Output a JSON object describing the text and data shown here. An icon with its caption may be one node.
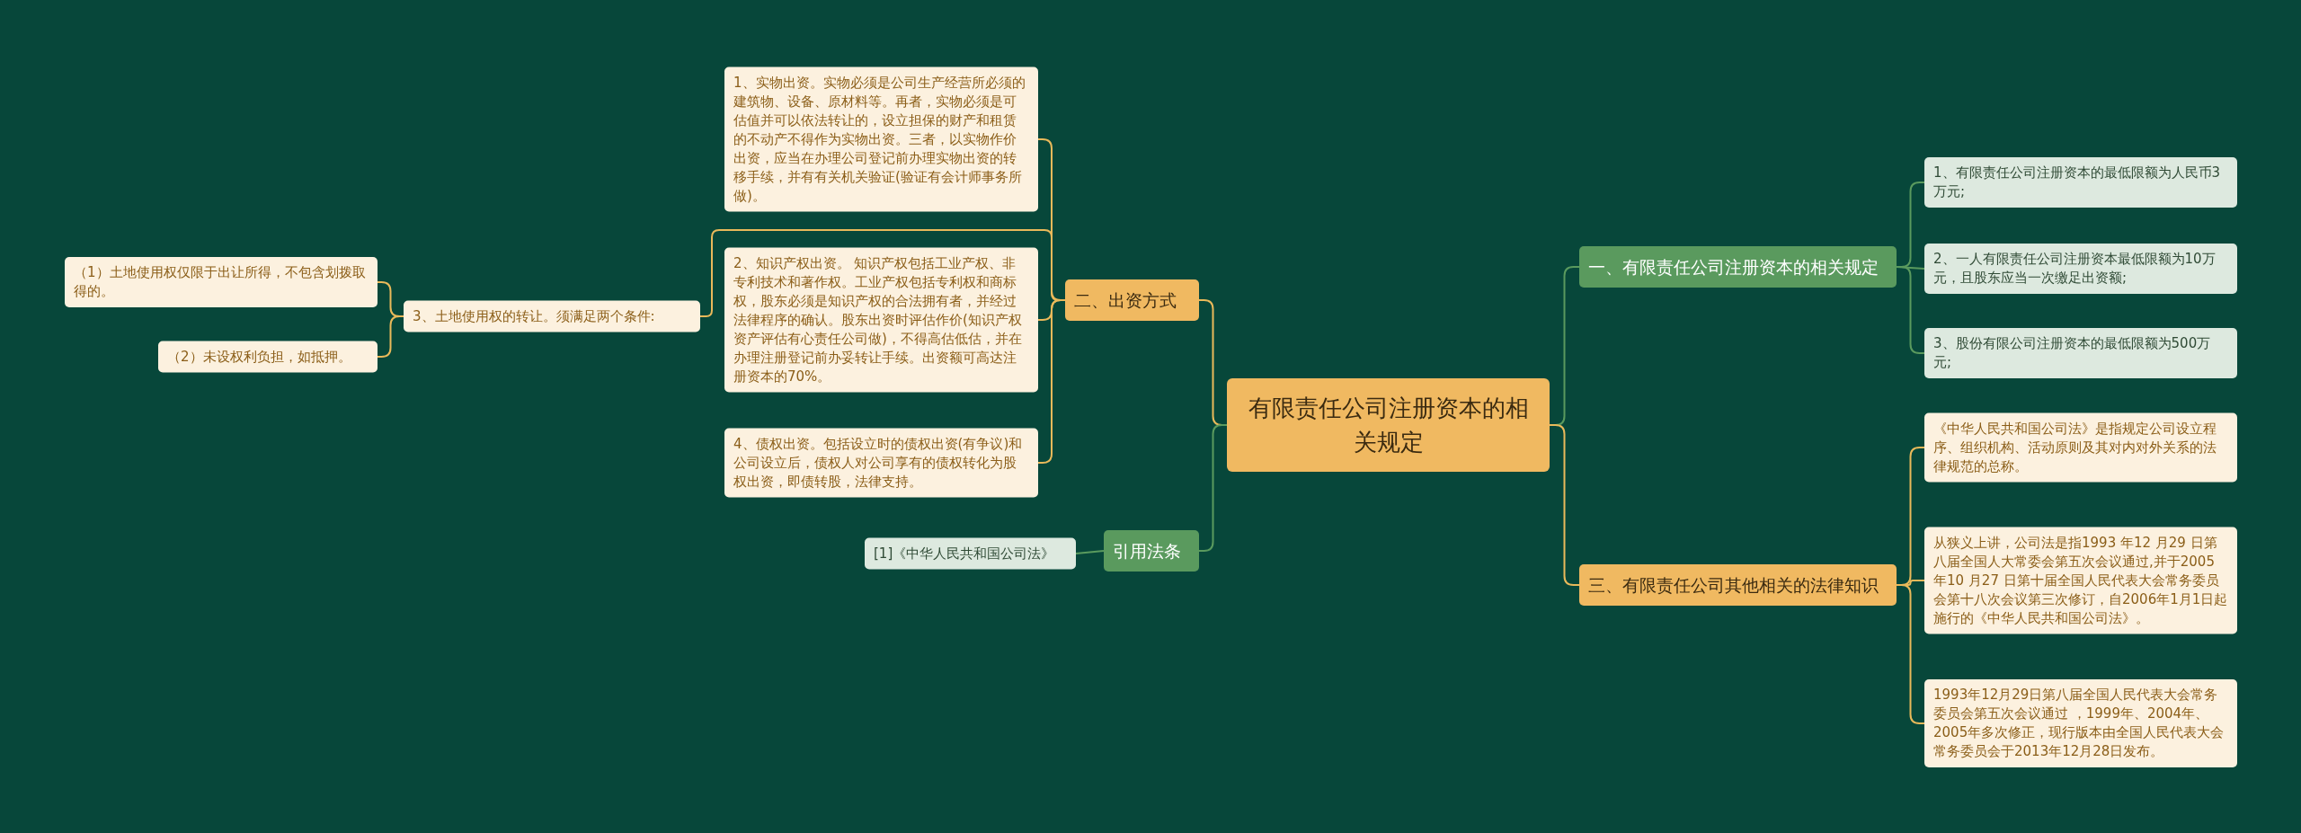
{
  "diagram": {
    "nodes": [
      {
        "text": [
          "有限责任公司注册资本的相关规定"
        ]
      },
      {
        "text": [
          "一、有限责任公司注册资本的相关规定"
        ]
      },
      {
        "text": [
          "1、有限责任公司注册资本的最低限额为人民币3万元;"
        ]
      },
      {
        "text": [
          "2、一人有限责任公司注册资本最低限额为10万元，且股东应当一次缴足出资额;"
        ]
      },
      {
        "text": [
          "3、股份有限公司注册资本的最低限额为500万元;"
        ]
      },
      {
        "text": [
          "三、有限责任公司其他相关的法律知识"
        ]
      },
      {
        "text": [
          "《中华人民共和国公司法》是指规定公司设立程序、组织机构、活动原则及其对内对外关系的法律规范的总称。"
        ]
      },
      {
        "text": [
          "从狭义上讲，公司法是指1993 年12 月29 日第八届全国人大常委会第五次会议通过,并于2005 年10 月27 日第十届全国人民代表大会常务委员会第十八次会议第三次修订，自2006年1月1日起施行的《中华人民共和国公司法》。"
        ]
      },
      {
        "text": [
          "1993年12月29日第八届全国人民代表大会常务委员会第五次会议通过 ，1999年、2004年、 2005年多次修正，现行版本由全国人民代表大会常务委员会于2013年12月28日发布。"
        ]
      },
      {
        "text": [
          "二、出资方式"
        ]
      },
      {
        "text": [
          "1、实物出资。实物必须是公司生产经营所必须的建筑物、设备、原材料等。再者，实物必须是可估值并可以依法转让的，设立担保的财产和租赁的不动产不得作为实物出资。三者，以实物作价出资，应当在办理公司登记前办理实物出资的转移手续，并有有关机关验证(验证有会计师事务所做)。"
        ]
      },
      {
        "text": [
          "2、知识产权出资。 知识产权包括工业产权、非专利技术和著作权。工业产权包括专利权和商标权，股东必须是知识产权的合法拥有者，并经过法律程序的确认。股东出资时评估作价(知识产权资产评估有心责任公司做)，不得高估低估，并在办理注册登记前办妥转让手续。出资额可高达注册资本的70%。"
        ]
      },
      {
        "text": [
          "3、土地使用权的转让。须满足两个条件:"
        ]
      },
      {
        "text": [
          "（1）土地使用权仅限于出让所得，不包含划拨取得的。"
        ]
      },
      {
        "text": [
          "（2）未设权利负担，如抵押。"
        ]
      },
      {
        "text": [
          "4、债权出资。包括设立时的债权出资(有争议)和公司设立后，债权人对公司享有的债权转化为股权出资，即债转股，法律支持。"
        ]
      },
      {
        "text": [
          "引用法条"
        ]
      },
      {
        "text": [
          "[1]《中华人民共和国公司法》"
        ]
      }
    ],
    "edges": [
      {
        "from": 0,
        "to": 1,
        "arrow": "none",
        "color": "#5a9a5e"
      },
      {
        "from": 1,
        "to": 2,
        "arrow": "none",
        "color": "#5a9a5e"
      },
      {
        "from": 1,
        "to": 3,
        "arrow": "none",
        "color": "#5a9a5e"
      },
      {
        "from": 1,
        "to": 4,
        "arrow": "none",
        "color": "#5a9a5e"
      },
      {
        "from": 0,
        "to": 5,
        "arrow": "none"
      },
      {
        "from": 5,
        "to": 6,
        "arrow": "none"
      },
      {
        "from": 5,
        "to": 7,
        "arrow": "none"
      },
      {
        "from": 5,
        "to": 8,
        "arrow": "none"
      },
      {
        "from": 0,
        "to": 9,
        "arrow": "none"
      },
      {
        "from": 9,
        "to": 10,
        "arrow": "none"
      },
      {
        "from": 9,
        "to": 11,
        "arrow": "none"
      },
      {
        "from": 9,
        "to": 12,
        "arrow": "none"
      },
      {
        "from": 12,
        "to": 13,
        "arrow": "none"
      },
      {
        "from": 12,
        "to": 14,
        "arrow": "none"
      },
      {
        "from": 9,
        "to": 15,
        "arrow": "none"
      },
      {
        "from": 0,
        "to": 16,
        "arrow": "none",
        "color": "#5a9a5e"
      },
      {
        "from": 16,
        "to": 17,
        "arrow": "none",
        "color": "#5a9a5e"
      }
    ]
  }
}
